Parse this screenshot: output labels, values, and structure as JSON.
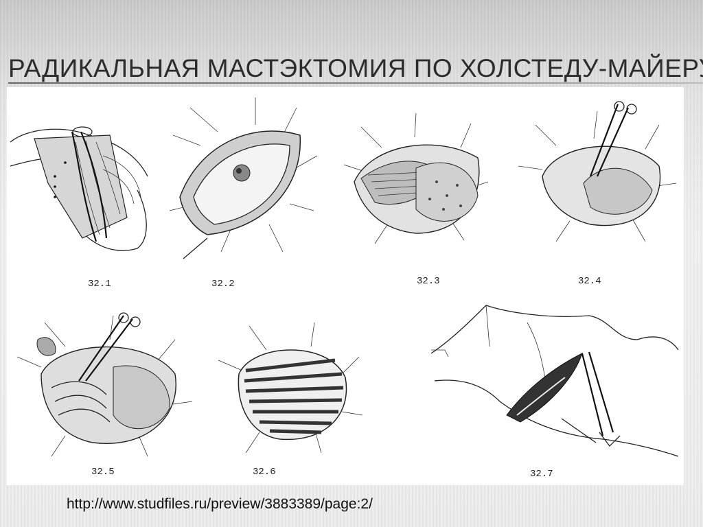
{
  "slide": {
    "title": "РАДИКАЛЬНАЯ МАСТЭКТОМИЯ ПО ХОЛСТЕДУ-МАЙЕРУ",
    "source_url": "http://www.studfiles.ru/preview/3883389/page:2/"
  },
  "figures": [
    {
      "caption": "32.1"
    },
    {
      "caption": "32.2"
    },
    {
      "caption": "32.3"
    },
    {
      "caption": "32.4"
    },
    {
      "caption": "32.5"
    },
    {
      "caption": "32.6"
    },
    {
      "caption": "32.7"
    }
  ],
  "colors": {
    "title_text": "#2c2c2c",
    "panel_background": "#ffffff",
    "ink": "#222222"
  }
}
